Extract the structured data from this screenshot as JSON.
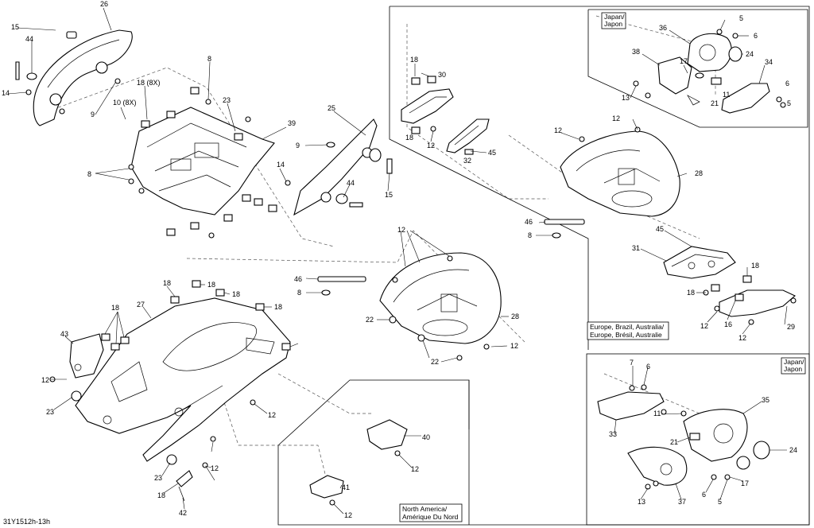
{
  "drawing_code": "31Y1512h-13h",
  "regions": {
    "japan_top": [
      "Japan/",
      "Japon"
    ],
    "japan_bottom": [
      "Japan/",
      "Japon"
    ],
    "europe": [
      "Europe, Brazil, Australia/",
      "Europe, Brésil, Australie"
    ],
    "north_america": [
      "North America/",
      "Amérique Du Nord"
    ]
  },
  "callouts": {
    "c1": "26",
    "c2": "15",
    "c3": "44",
    "c4": "14",
    "c5": "9",
    "c6": "8",
    "c7": "18 (8X)",
    "c8": "10 (8X)",
    "c9": "23",
    "c10": "8",
    "c11": "39",
    "c12": "25",
    "c13": "9",
    "c14": "14",
    "c15": "44",
    "c16": "15",
    "c17": "18",
    "c18": "30",
    "c19": "18",
    "c20": "12",
    "c21": "45",
    "c22": "32",
    "c23": "5",
    "c24": "36",
    "c25": "6",
    "c26": "38",
    "c27": "24",
    "c28": "17",
    "c29": "34",
    "c30": "13",
    "c31": "21",
    "c32": "11",
    "c33": "6",
    "c34": "5",
    "c35": "12",
    "c36": "12",
    "c37": "28",
    "c38": "46",
    "c39": "8",
    "c40": "45",
    "c41": "31",
    "c42": "18",
    "c43": "18",
    "c44": "12",
    "c45": "16",
    "c46": "12",
    "c47": "29",
    "c48": "12",
    "c49": "46",
    "c50": "8",
    "c51": "22",
    "c52": "28",
    "c53": "12",
    "c54": "22",
    "c55": "18",
    "c56": "18",
    "c57": "18",
    "c58": "18",
    "c59": "27",
    "c60": "43",
    "c61": "18",
    "c62": "12",
    "c63": "23",
    "c64": "12",
    "c65": "40",
    "c66": "12",
    "c67": "23",
    "c68": "18",
    "c69": "12",
    "c70": "42",
    "c71": "41",
    "c72": "12",
    "c73": "7",
    "c74": "6",
    "c75": "11",
    "c76": "35",
    "c77": "33",
    "c78": "21",
    "c79": "24",
    "c80": "13",
    "c81": "37",
    "c82": "6",
    "c83": "5",
    "c84": "17"
  }
}
